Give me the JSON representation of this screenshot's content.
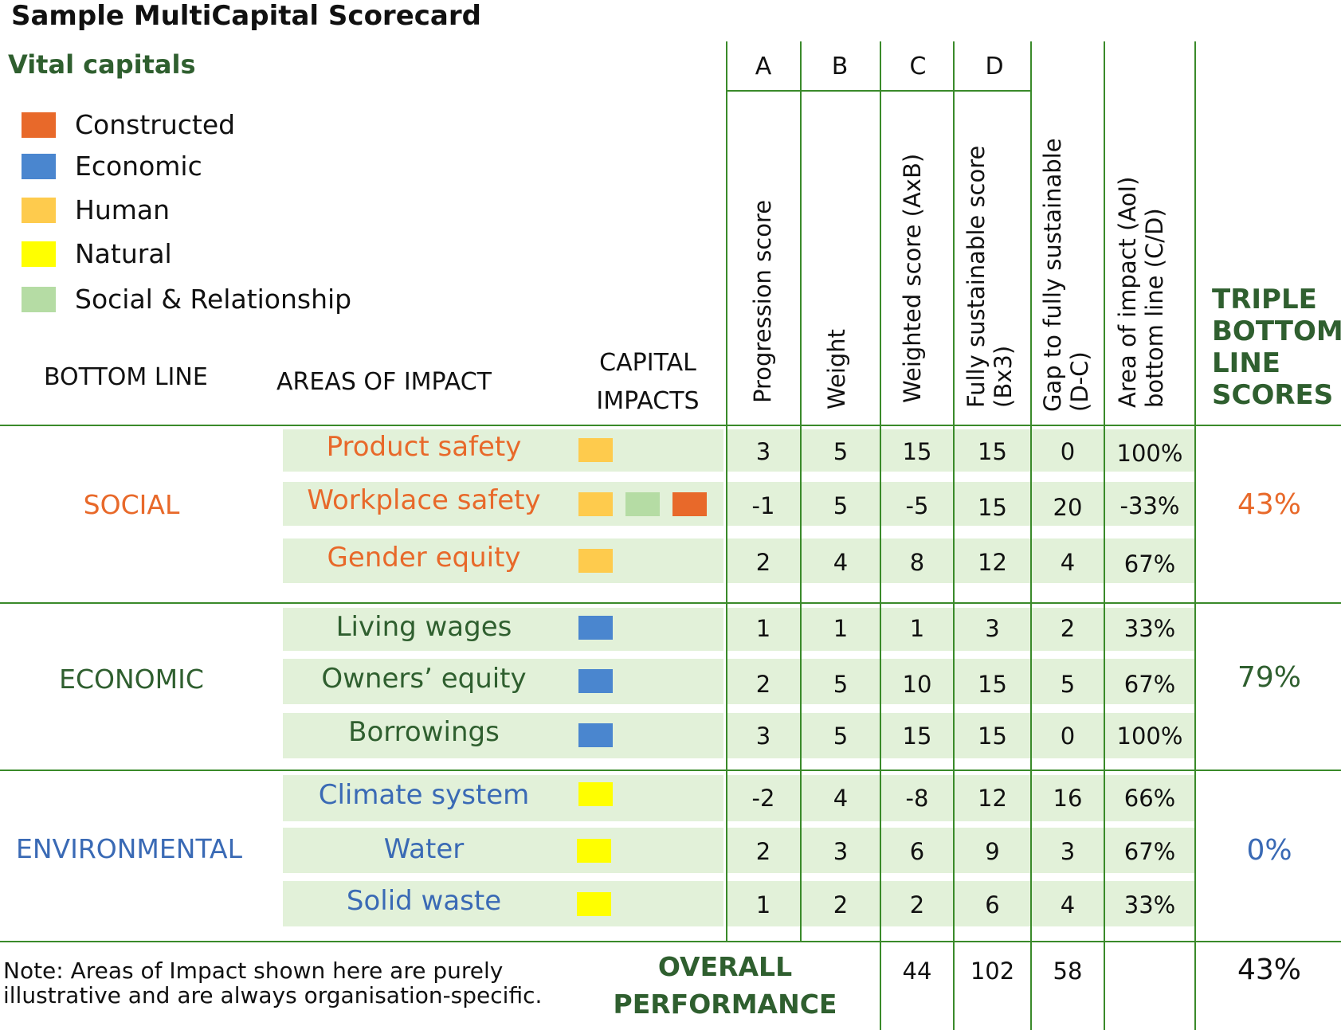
{
  "title": "Sample MultiCapital Scorecard",
  "subtitle": "Vital capitals",
  "colors": {
    "constructed": "#e8692a",
    "economic": "#4a86cf",
    "human": "#fecb4d",
    "natural": "#ffff00",
    "social_relationship": "#b5dca4",
    "social_text": "#e8692a",
    "economic_text": "#2f5f2f",
    "environmental_text": "#3a6ab5",
    "band": "#e2f1d9",
    "rule": "#3a8a2a"
  },
  "legend": [
    {
      "label": "Constructed",
      "color": "#e8692a"
    },
    {
      "label": "Economic",
      "color": "#4a86cf"
    },
    {
      "label": "Human",
      "color": "#fecb4d"
    },
    {
      "label": "Natural",
      "color": "#ffff00"
    },
    {
      "label": "Social & Relationship",
      "color": "#b5dca4"
    }
  ],
  "headers": {
    "bottom_line": "BOTTOM LINE",
    "areas_of_impact": "AREAS OF IMPACT",
    "capital_impacts_1": "CAPITAL",
    "capital_impacts_2": "IMPACTS",
    "col_letters": [
      "A",
      "B",
      "C",
      "D"
    ],
    "progression_score": "Progression score",
    "weight": "Weight",
    "weighted_score": "Weighted score (AxB)",
    "fully_sustainable_1": "Fully sustainable score",
    "fully_sustainable_2": "(Bx3)",
    "gap_1": "Gap to fully sustainable",
    "gap_2": "(D-C)",
    "aoi_1": "Area of impact (AoI)",
    "aoi_2": "bottom line (C/D)",
    "tbl_1": "TRIPLE",
    "tbl_2": "BOTTOM",
    "tbl_3": "LINE",
    "tbl_4": "SCORES"
  },
  "groups": [
    {
      "name": "SOCIAL",
      "score": "43%",
      "color": "#e8692a",
      "rows": [
        {
          "area": "Product safety",
          "capitals": [
            "#fecb4d"
          ],
          "a": "3",
          "b": "5",
          "c": "15",
          "d": "15",
          "gap": "0",
          "aoi": "100%"
        },
        {
          "area": "Workplace safety",
          "capitals": [
            "#fecb4d",
            "#b5dca4",
            "#e8692a"
          ],
          "a": "-1",
          "b": "5",
          "c": "-5",
          "d": "15",
          "gap": "20",
          "aoi": "-33%"
        },
        {
          "area": "Gender equity",
          "capitals": [
            "#fecb4d"
          ],
          "a": "2",
          "b": "4",
          "c": "8",
          "d": "12",
          "gap": "4",
          "aoi": "67%"
        }
      ]
    },
    {
      "name": "ECONOMIC",
      "score": "79%",
      "color": "#2f5f2f",
      "rows": [
        {
          "area": "Living wages",
          "capitals": [
            "#4a86cf"
          ],
          "a": "1",
          "b": "1",
          "c": "1",
          "d": "3",
          "gap": "2",
          "aoi": "33%"
        },
        {
          "area": "Owners’ equity",
          "capitals": [
            "#4a86cf"
          ],
          "a": "2",
          "b": "5",
          "c": "10",
          "d": "15",
          "gap": "5",
          "aoi": "67%"
        },
        {
          "area": "Borrowings",
          "capitals": [
            "#4a86cf"
          ],
          "a": "3",
          "b": "5",
          "c": "15",
          "d": "15",
          "gap": "0",
          "aoi": "100%"
        }
      ]
    },
    {
      "name": "ENVIRONMENTAL",
      "score": "0%",
      "color": "#3a6ab5",
      "rows": [
        {
          "area": "Climate system",
          "capitals": [
            "#ffff00"
          ],
          "a": "-2",
          "b": "4",
          "c": "-8",
          "d": "12",
          "gap": "16",
          "aoi": "66%"
        },
        {
          "area": "Water",
          "capitals": [
            "#ffff00"
          ],
          "a": "2",
          "b": "3",
          "c": "6",
          "d": "9",
          "gap": "3",
          "aoi": "67%"
        },
        {
          "area": "Solid waste",
          "capitals": [
            "#ffff00"
          ],
          "a": "1",
          "b": "2",
          "c": "2",
          "d": "6",
          "gap": "4",
          "aoi": "33%"
        }
      ]
    }
  ],
  "overall": {
    "label_1": "OVERALL",
    "label_2": "PERFORMANCE",
    "c": "44",
    "d": "102",
    "gap": "58",
    "score": "43%"
  },
  "note": "Note: Areas of Impact shown here are purely illustrative and are always organisation-specific."
}
